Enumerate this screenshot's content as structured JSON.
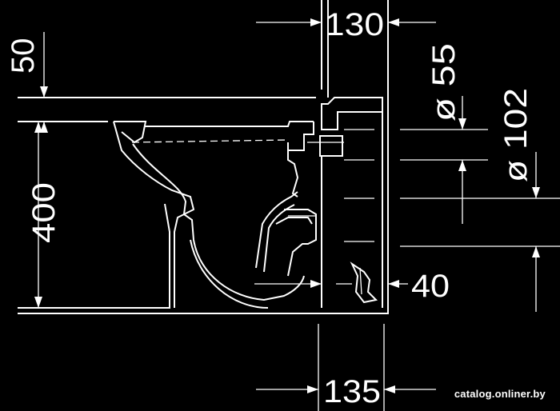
{
  "dimensions": {
    "tank_gap": "130",
    "rim_height_offset": "50",
    "bowl_height": "400",
    "inlet_diameter": "ø 55",
    "outlet_diameter": "ø 102",
    "outlet_offset": "40",
    "base_gap": "135"
  },
  "credit": "catalog.onliner.by"
}
